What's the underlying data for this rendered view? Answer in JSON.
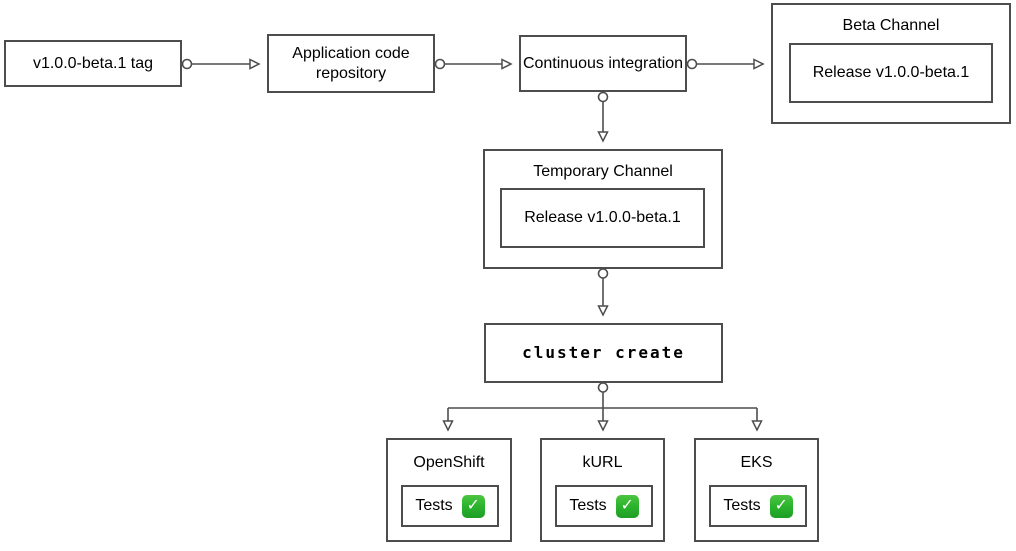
{
  "diagram": {
    "type": "flowchart",
    "nodes": {
      "tag": {
        "label": "v1.0.0-beta.1 tag"
      },
      "repo": {
        "label": "Application code repository"
      },
      "ci": {
        "label": "Continuous integration"
      },
      "beta_channel": {
        "title": "Beta Channel",
        "release_label": "Release v1.0.0-beta.1"
      },
      "temp_channel": {
        "title": "Temporary Channel",
        "release_label": "Release v1.0.0-beta.1"
      },
      "cluster_create": {
        "label": "cluster create"
      }
    },
    "clusters": [
      {
        "title": "OpenShift",
        "tests_label": "Tests",
        "status_icon": "check-mark-button"
      },
      {
        "title": "kURL",
        "tests_label": "Tests",
        "status_icon": "check-mark-button"
      },
      {
        "title": "EKS",
        "tests_label": "Tests",
        "status_icon": "check-mark-button"
      }
    ],
    "edges": [
      {
        "from": "tag",
        "to": "repo"
      },
      {
        "from": "repo",
        "to": "ci"
      },
      {
        "from": "ci",
        "to": "beta_channel"
      },
      {
        "from": "ci",
        "to": "temp_channel"
      },
      {
        "from": "temp_channel",
        "to": "cluster_create"
      },
      {
        "from": "cluster_create",
        "to": "OpenShift"
      },
      {
        "from": "cluster_create",
        "to": "kURL"
      },
      {
        "from": "cluster_create",
        "to": "EKS"
      }
    ],
    "colors": {
      "stroke": "#4d4d4d",
      "text": "#000000",
      "background": "#ffffff",
      "check_green": "#2db52d",
      "check_mark": "#ffffff"
    }
  }
}
